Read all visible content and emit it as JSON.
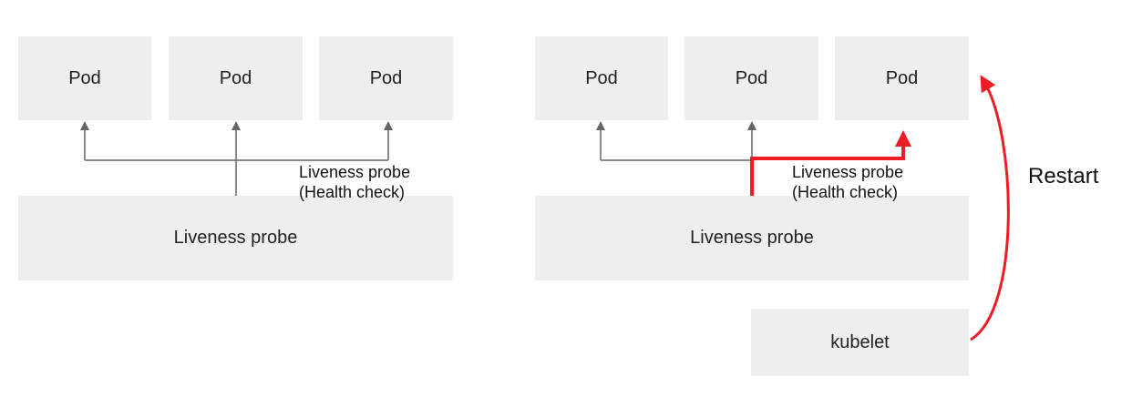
{
  "colors": {
    "box_fill": "#eeeeee",
    "connector": "#666666",
    "highlight": "#ee1c25"
  },
  "left_diagram": {
    "pods": [
      {
        "label": "Pod"
      },
      {
        "label": "Pod"
      },
      {
        "label": "Pod"
      }
    ],
    "probe_label_line1": "Liveness probe",
    "probe_label_line2": "(Health check)",
    "probe_box_label": "Liveness probe"
  },
  "right_diagram": {
    "pods": [
      {
        "label": "Pod"
      },
      {
        "label": "Pod"
      },
      {
        "label": "Pod"
      }
    ],
    "probe_label_line1": "Liveness probe",
    "probe_label_line2": "(Health check)",
    "probe_box_label": "Liveness probe",
    "kubelet_label": "kubelet",
    "restart_label": "Restart"
  }
}
